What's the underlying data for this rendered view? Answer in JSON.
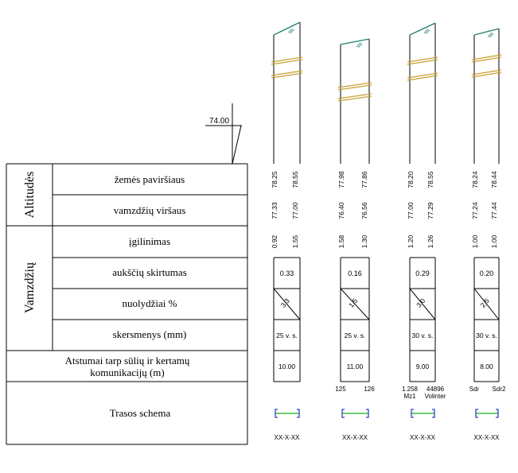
{
  "reference_level": "74.00",
  "groups": {
    "altitudes": "Altitudės",
    "pipes": "Vamzdžių"
  },
  "rows": {
    "ground": "žemės paviršiaus",
    "pipe_top": "vamzdžių viršaus",
    "depth": "įgilinimas",
    "height_diff": "aukščių skirtumas",
    "slope": "nuolydžiai %",
    "diameter": "skersmenys (mm)",
    "distance_line1": "Atstumai tarp sūlių ir kertamų",
    "distance_line2": "komunikacijų (m)",
    "scheme": "Trasos schema"
  },
  "columns": [
    {
      "ground": [
        "78.25",
        "78.55"
      ],
      "pipe_top": [
        "77.33",
        "77.00"
      ],
      "depth": [
        "0.92",
        "1.55"
      ],
      "height_diff": "0.33",
      "slope": "3.3",
      "diameter": "25 v. s.",
      "distance": "10.00",
      "scheme_labels": [
        "",
        ""
      ],
      "scheme_code": "XX-X-XX"
    },
    {
      "ground": [
        "77.98",
        "77.86"
      ],
      "pipe_top": [
        "76.40",
        "76.56"
      ],
      "depth": [
        "1.58",
        "1.30"
      ],
      "height_diff": "0.16",
      "slope": "1.5",
      "diameter": "25 v. s.",
      "distance": "11.00",
      "scheme_labels": [
        "125",
        "126"
      ],
      "scheme_code": "XX-X-XX"
    },
    {
      "ground": [
        "78.20",
        "78.55"
      ],
      "pipe_top": [
        "77.00",
        "77.29"
      ],
      "depth": [
        "1.20",
        "1.26"
      ],
      "height_diff": "0.29",
      "slope": "3.0",
      "diameter": "30 v. s.",
      "distance": "9.00",
      "scheme_labels": [
        "1.258\nMz1",
        "44896\nVolinter"
      ],
      "scheme_code": "XX-X-XX"
    },
    {
      "ground": [
        "78.24",
        "78.44"
      ],
      "pipe_top": [
        "77.24",
        "77.44"
      ],
      "depth": [
        "1.00",
        "1.00"
      ],
      "height_diff": "0.20",
      "slope": "2.5",
      "diameter": "30 v. s.",
      "distance": "8.00",
      "scheme_labels": [
        "Sdr",
        "Sdr2"
      ],
      "scheme_code": "XX-X-XX"
    }
  ],
  "colors": {
    "line": "#000000",
    "teal": "#1f7f6f",
    "tan": "#c8a030",
    "scheme_blue": "#2a46c8",
    "scheme_green": "#18b018"
  }
}
